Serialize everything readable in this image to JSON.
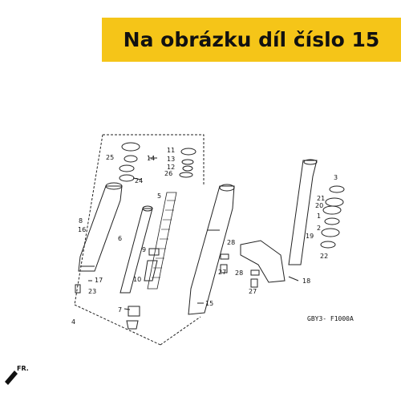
{
  "banner": {
    "text": "Na obrázku díl číslo 15",
    "color": "#f5c518"
  },
  "diagram": {
    "code": "GBY3- F1000A",
    "direction_label": "FR.",
    "part_numbers": [
      "1",
      "2",
      "3",
      "4",
      "5",
      "6",
      "7",
      "8",
      "9",
      "10",
      "11",
      "12",
      "13",
      "14",
      "15",
      "16",
      "17",
      "18",
      "19",
      "20",
      "21",
      "22",
      "23",
      "24",
      "25",
      "26",
      "27",
      "27",
      "28",
      "28"
    ]
  }
}
